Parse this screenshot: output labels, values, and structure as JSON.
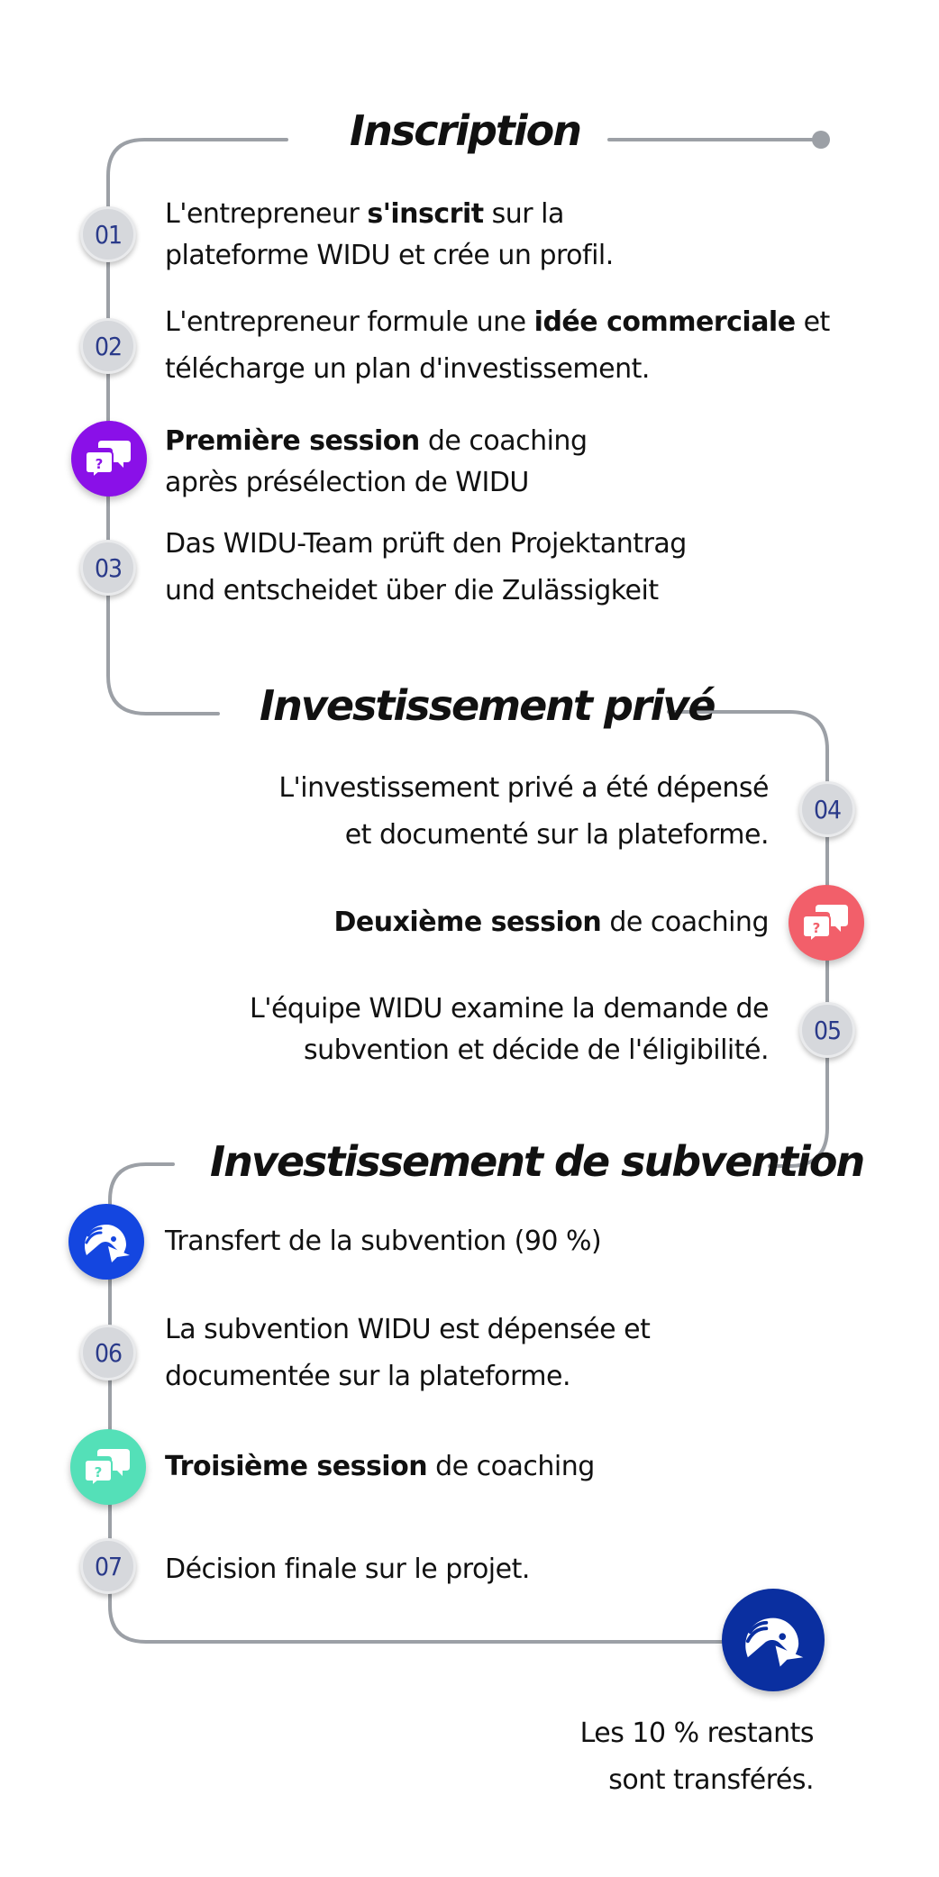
{
  "colors": {
    "line": "#9ca0a6",
    "badge_text": "#2a3a8a",
    "session_1": "#8a10e8",
    "session_2": "#f25f6a",
    "session_3": "#54e0b8",
    "transfer_1": "#1446e0",
    "transfer_2": "#0a2fa0"
  },
  "sections": [
    {
      "heading": "Inscription",
      "steps": [
        {
          "type": "number",
          "badge": "01",
          "lines": [
            {
              "pre": "L'entrepreneur ",
              "bold": "s'inscrit",
              "post": " sur la"
            },
            {
              "pre": "plateforme WIDU et crée un profil.",
              "bold": "",
              "post": ""
            }
          ]
        },
        {
          "type": "number",
          "badge": "02",
          "lines": [
            {
              "pre": "L'entrepreneur formule une ",
              "bold": "idée commerciale",
              "post": " et"
            },
            {
              "pre": "télécharge un plan d'investissement.",
              "bold": "",
              "post": ""
            }
          ]
        },
        {
          "type": "session",
          "icon": "chat-bubbles-icon",
          "lines": [
            {
              "pre": "",
              "bold": "Première session",
              "post": " de coaching"
            },
            {
              "pre": "après présélection de WIDU",
              "bold": "",
              "post": ""
            }
          ]
        },
        {
          "type": "number",
          "badge": "03",
          "lines": [
            {
              "pre": "Das WIDU-Team prüft den Projektantrag",
              "bold": "",
              "post": ""
            },
            {
              "pre": "und entscheidet über die Zulässigkeit",
              "bold": "",
              "post": ""
            }
          ]
        }
      ]
    },
    {
      "heading": "Investissement privé",
      "steps": [
        {
          "type": "number",
          "badge": "04",
          "lines": [
            {
              "pre": "L'investissement privé a été dépensé",
              "bold": "",
              "post": ""
            },
            {
              "pre": "et documenté sur la plateforme.",
              "bold": "",
              "post": ""
            }
          ]
        },
        {
          "type": "session",
          "icon": "chat-bubbles-icon",
          "lines": [
            {
              "pre": "",
              "bold": "Deuxième session",
              "post": " de coaching"
            }
          ]
        },
        {
          "type": "number",
          "badge": "05",
          "lines": [
            {
              "pre": "L'équipe WIDU examine la demande de",
              "bold": "",
              "post": ""
            },
            {
              "pre": "subvention et décide de l'éligibilité.",
              "bold": "",
              "post": ""
            }
          ]
        }
      ]
    },
    {
      "heading": "Investissement de subvention",
      "steps": [
        {
          "type": "transfer",
          "icon": "bird-logo-icon",
          "lines": [
            {
              "pre": "Transfert de la subvention (90 %)",
              "bold": "",
              "post": ""
            }
          ]
        },
        {
          "type": "number",
          "badge": "06",
          "lines": [
            {
              "pre": "La subvention WIDU est dépensée et",
              "bold": "",
              "post": ""
            },
            {
              "pre": "documentée sur la plateforme.",
              "bold": "",
              "post": ""
            }
          ]
        },
        {
          "type": "session",
          "icon": "chat-bubbles-icon",
          "lines": [
            {
              "pre": "",
              "bold": "Troisième session",
              "post": " de coaching"
            }
          ]
        },
        {
          "type": "number",
          "badge": "07",
          "lines": [
            {
              "pre": "Décision finale sur le projet.",
              "bold": "",
              "post": ""
            }
          ]
        }
      ]
    }
  ],
  "final": {
    "icon": "bird-logo-icon",
    "lines": [
      "Les 10 % restants",
      "sont transférés."
    ]
  }
}
